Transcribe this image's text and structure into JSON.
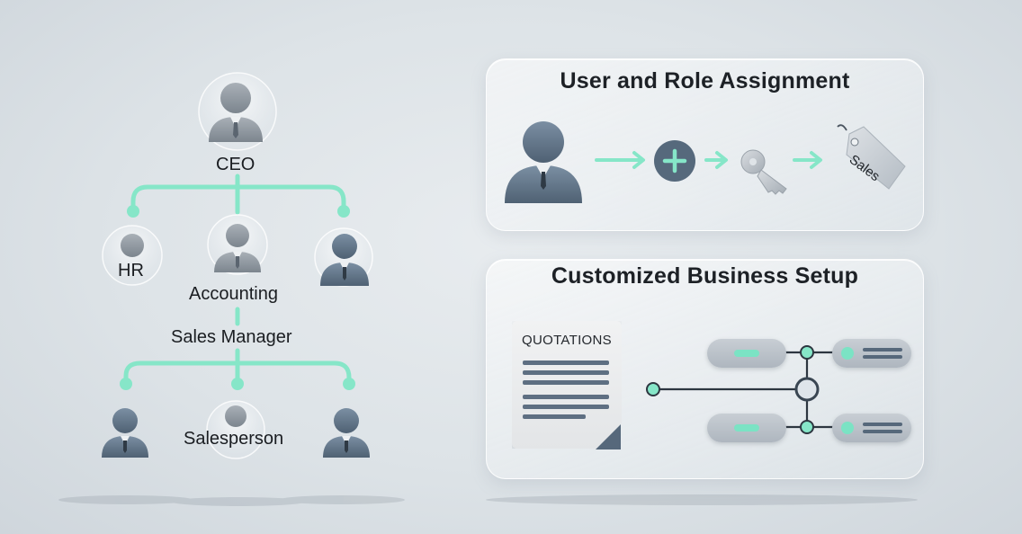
{
  "colors": {
    "accent": "#86e6c8",
    "icon": "#5c6f82",
    "line": "#2d3640",
    "text": "#1a1d21"
  },
  "org_chart": {
    "ceo": "CEO",
    "hr": "HR",
    "accounting": "Accounting",
    "sales_manager": "Sales Manager",
    "salesperson": "Salesperson"
  },
  "user_role_card": {
    "title": "User and Role Assignment",
    "tag_label": "Sales",
    "icons": [
      "user-icon",
      "plus-icon",
      "key-icon",
      "tag-icon"
    ]
  },
  "business_setup_card": {
    "title": "Customized Business Setup",
    "document_title": "QUOTATIONS",
    "icons": [
      "document-icon",
      "toggle-pill-icon",
      "switch-node-icon"
    ]
  }
}
